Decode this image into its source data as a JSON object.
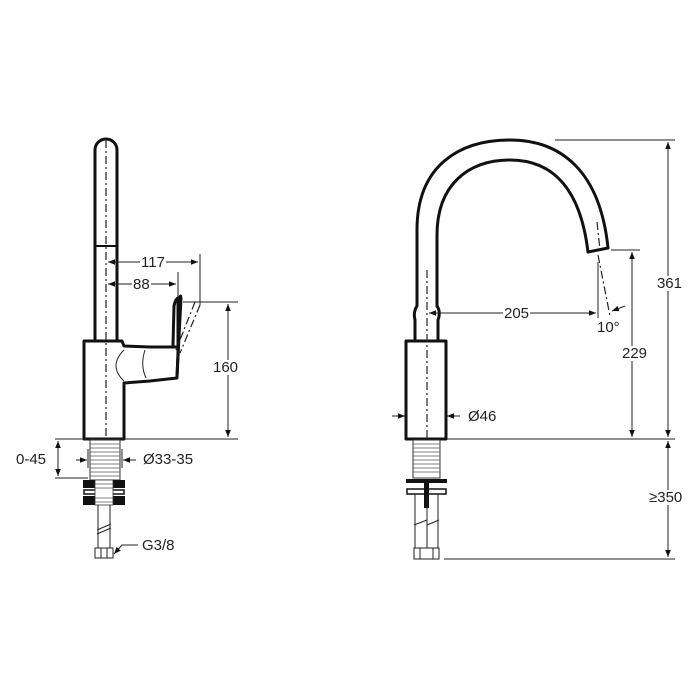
{
  "drawing": {
    "title": "Kitchen mixer tap dimension drawing",
    "units": "mm",
    "side_view": {
      "dimensions": {
        "handle_reach_max": "117",
        "handle_reach": "88",
        "handle_height": "160",
        "deck_thickness": "0-45",
        "hole_diameter": "Ø33-35",
        "connection": "G3/8"
      }
    },
    "front_view": {
      "dimensions": {
        "total_height": "361",
        "spout_reach": "205",
        "spout_angle": "10°",
        "spout_height": "229",
        "body_diameter": "Ø46",
        "min_under_clearance": "≥350"
      }
    },
    "colors": {
      "line": "#111111",
      "background": "#ffffff"
    }
  }
}
